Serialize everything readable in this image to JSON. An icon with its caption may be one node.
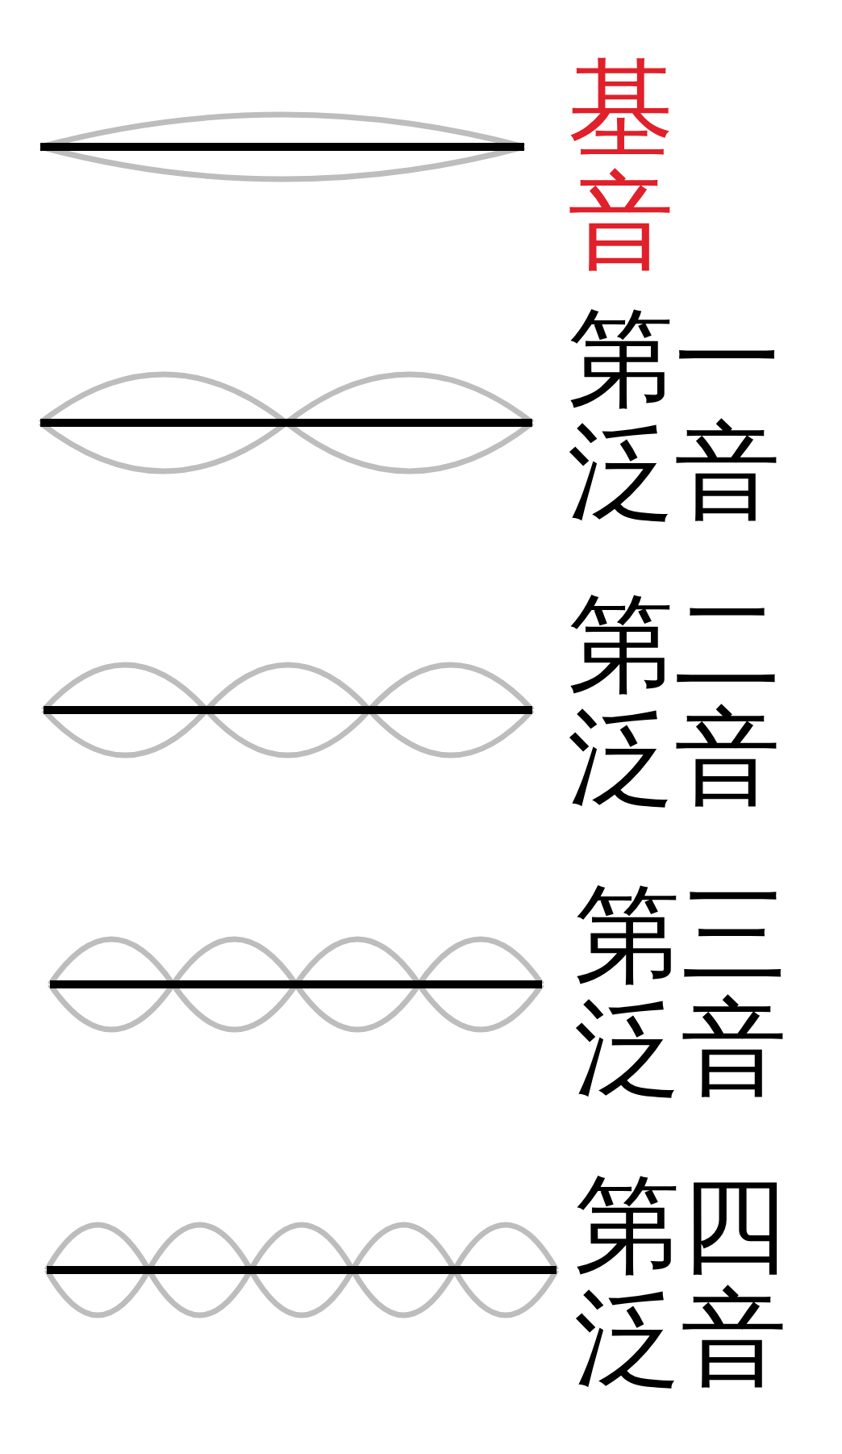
{
  "diagram": {
    "labels": [
      "基音",
      "第一泛音",
      "第二泛音",
      "第三泛音",
      "第四泛音"
    ]
  }
}
